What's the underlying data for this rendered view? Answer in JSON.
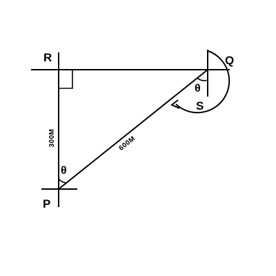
{
  "points": {
    "P": "P",
    "Q": "Q",
    "R": "R",
    "S": "S"
  },
  "angles": {
    "at_P": "θ",
    "at_Q": "θ"
  },
  "distances": {
    "PR": "300M",
    "PQ": "600M"
  },
  "colors": {
    "stroke": "#000000",
    "background": "#ffffff"
  }
}
